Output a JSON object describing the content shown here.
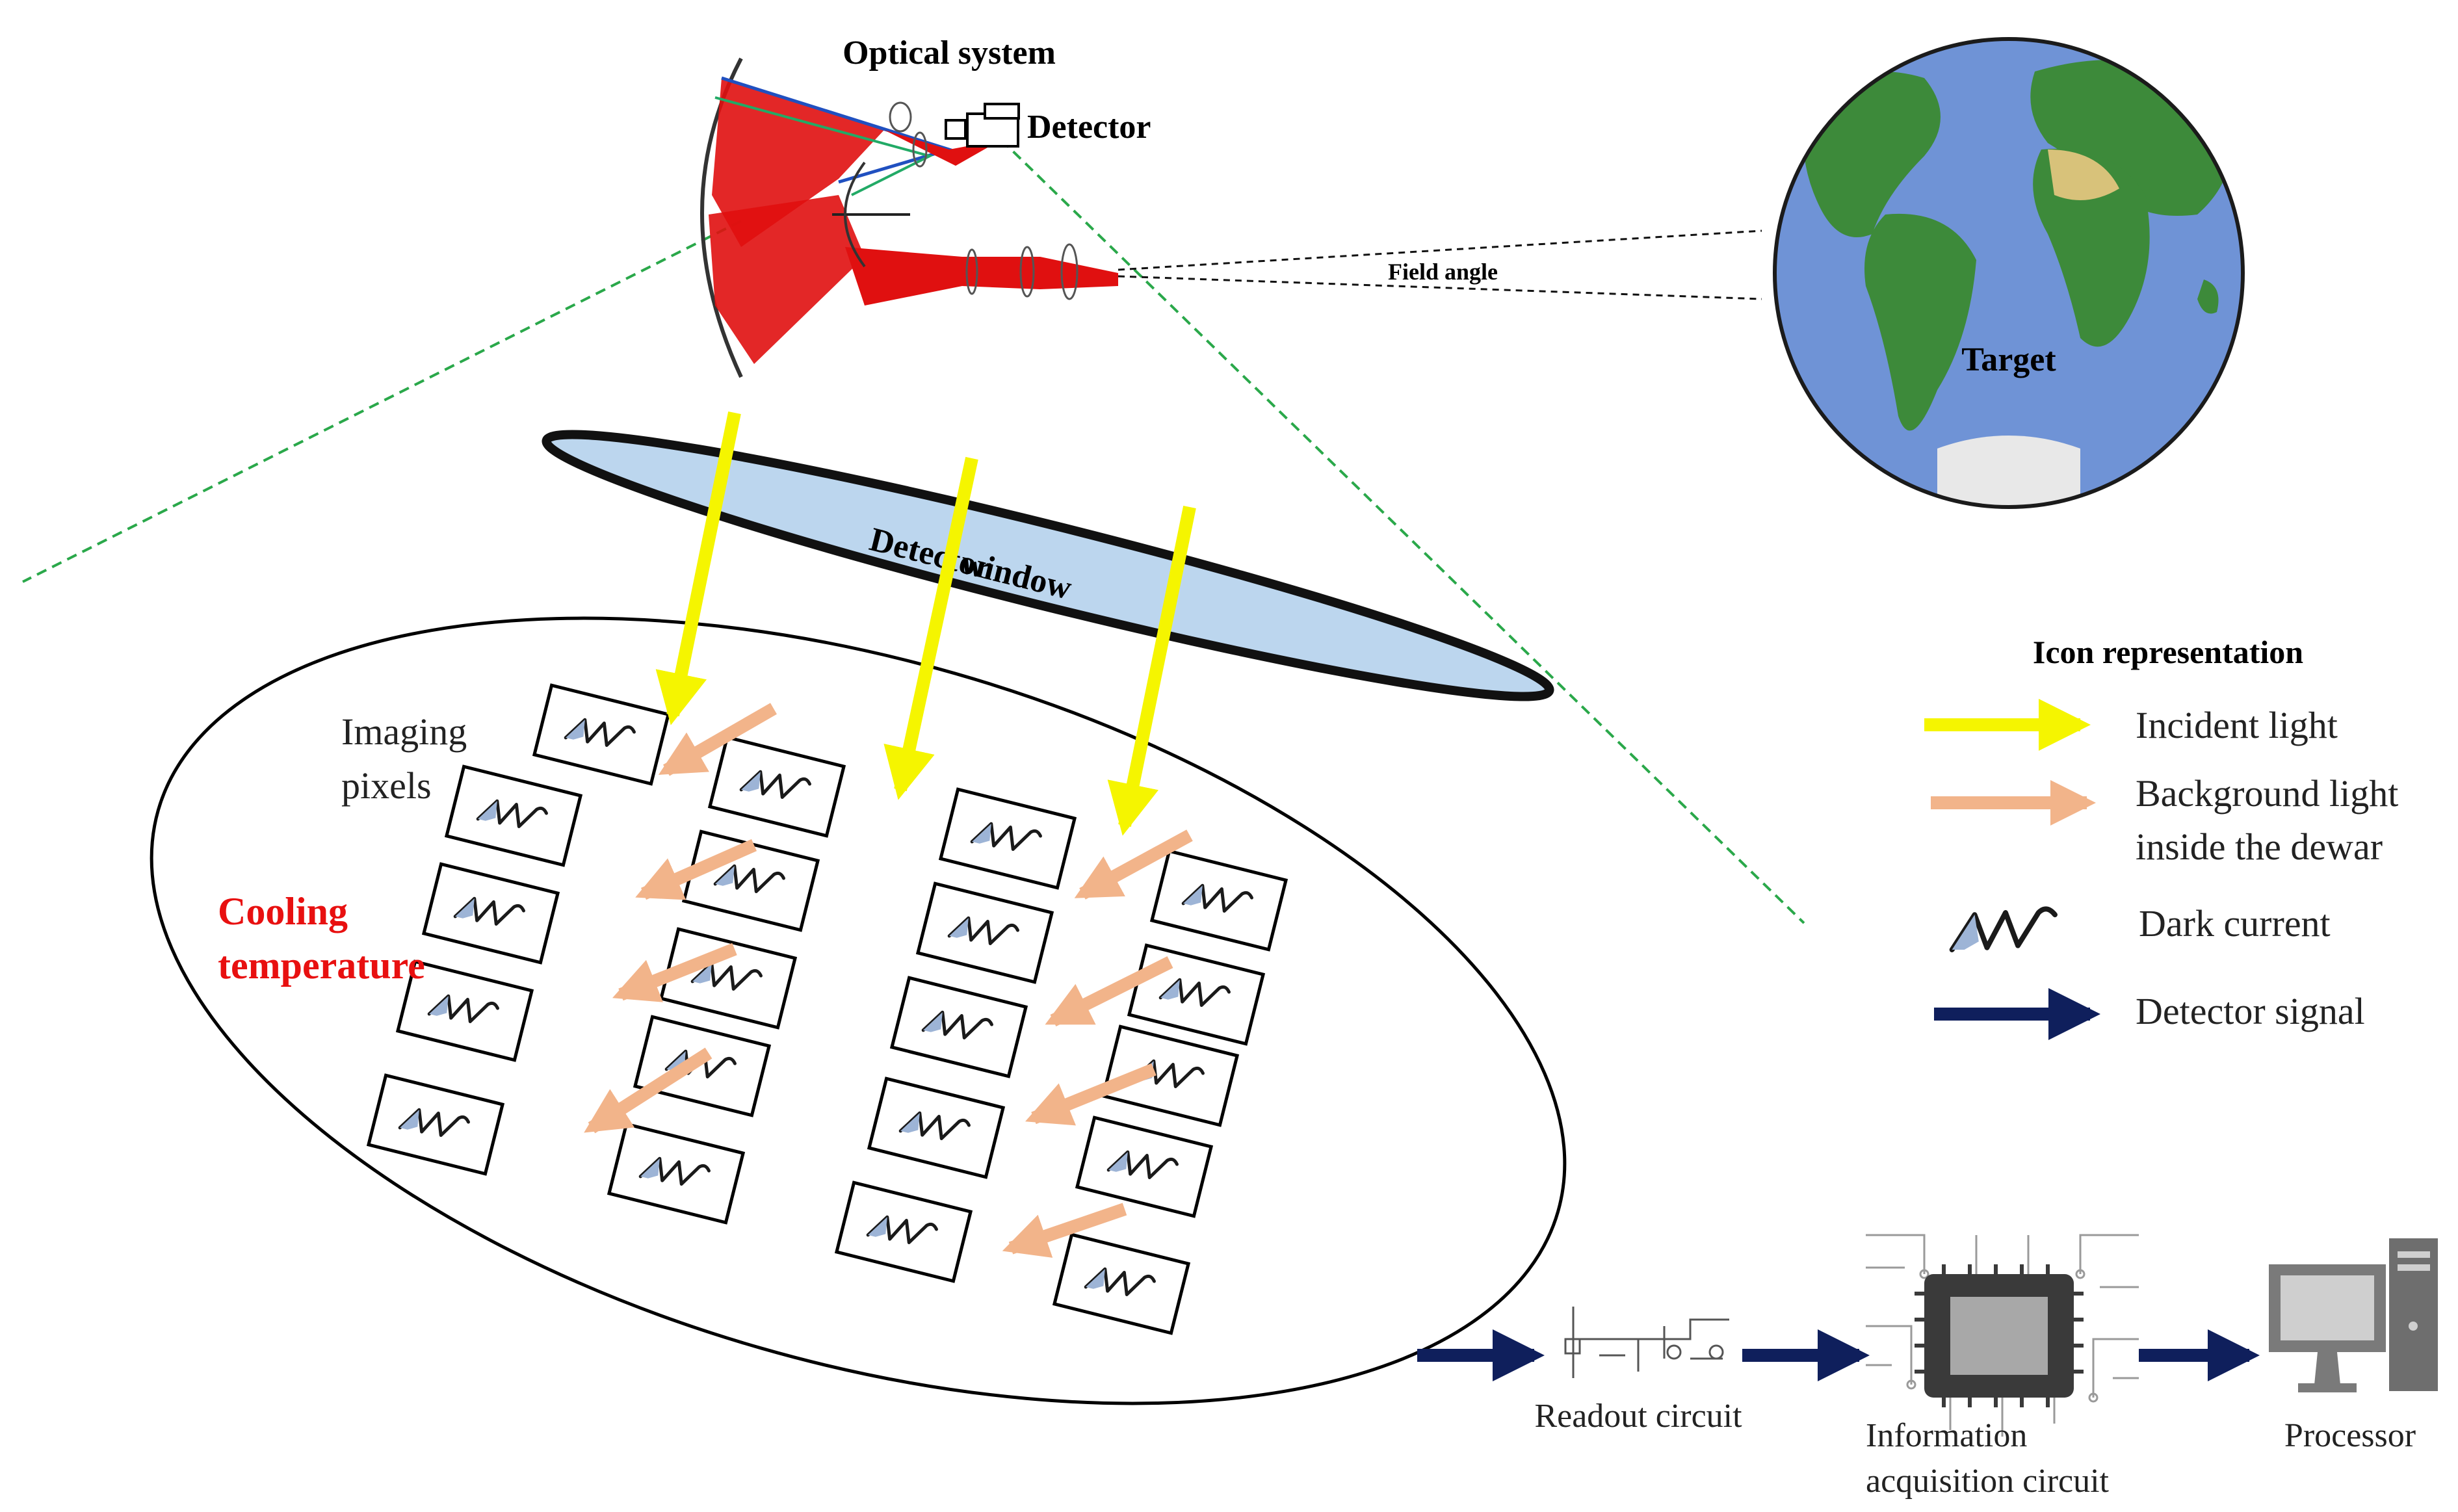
{
  "optics": {
    "title": "Optical system",
    "detector_label": "Detector",
    "field_angle_label": "Field angle"
  },
  "target": {
    "label": "Target"
  },
  "window": {
    "word1": "Detector",
    "word2": "window"
  },
  "focal_plane": {
    "imaging_pixels_line1": "Imaging",
    "imaging_pixels_line2": "pixels",
    "cooling_line1": "Cooling",
    "cooling_line2": "temperature"
  },
  "legend": {
    "title": "Icon representation",
    "incident": "Incident light",
    "background_line1": "Background light",
    "background_line2": "inside the dewar",
    "dark_current": "Dark current",
    "detector_signal": "Detector signal"
  },
  "chain": {
    "readout": "Readout circuit",
    "acquisition_line1": "Information",
    "acquisition_line2": "acquisition circuit",
    "processor": "Processor"
  },
  "colors": {
    "incident_light": "#f5f500",
    "background_light": "#f2b48a",
    "detector_signal": "#0f1f5c",
    "optics_rays": "#e01010",
    "window_fill": "#bcd6ee",
    "cone_line": "#2aa84a",
    "cooling_text": "#e81010",
    "ocean": "#6f93d6",
    "land": "#3d8a3a"
  }
}
